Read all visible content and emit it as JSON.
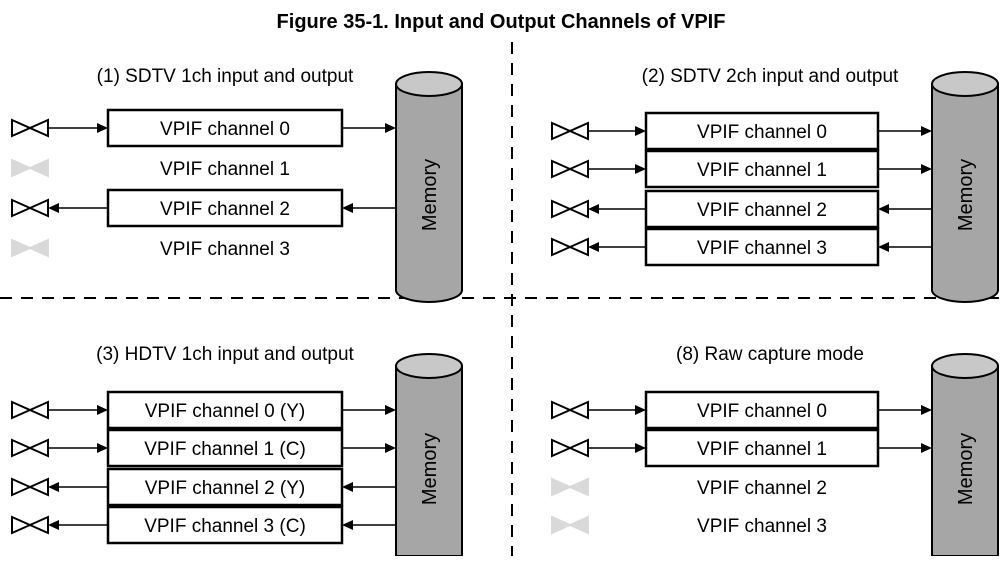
{
  "figure_title": "Figure 35-1. Input and Output Channels of VPIF",
  "memory_label": "Memory",
  "panels": [
    {
      "caption": "(1) SDTV 1ch input and output",
      "channels": [
        {
          "label": "VPIF channel 0",
          "mode": "input"
        },
        {
          "label": "VPIF channel 1",
          "mode": "inactive"
        },
        {
          "label": "VPIF channel 2",
          "mode": "output"
        },
        {
          "label": "VPIF channel 3",
          "mode": "inactive"
        }
      ]
    },
    {
      "caption": "(2) SDTV 2ch input and output",
      "channels": [
        {
          "label": "VPIF channel 0",
          "mode": "input"
        },
        {
          "label": "VPIF channel 1",
          "mode": "input"
        },
        {
          "label": "VPIF channel 2",
          "mode": "output"
        },
        {
          "label": "VPIF channel 3",
          "mode": "output"
        }
      ]
    },
    {
      "caption": "(3) HDTV 1ch input and output",
      "channels": [
        {
          "label": "VPIF channel 0 (Y)",
          "mode": "input"
        },
        {
          "label": "VPIF channel 1 (C)",
          "mode": "input"
        },
        {
          "label": "VPIF channel 2 (Y)",
          "mode": "output"
        },
        {
          "label": "VPIF channel 3 (C)",
          "mode": "output"
        }
      ]
    },
    {
      "caption": "(8) Raw capture mode",
      "channels": [
        {
          "label": "VPIF channel 0",
          "mode": "input"
        },
        {
          "label": "VPIF channel 1",
          "mode": "input"
        },
        {
          "label": "VPIF channel 2",
          "mode": "inactive"
        },
        {
          "label": "VPIF channel 3",
          "mode": "inactive"
        }
      ]
    }
  ],
  "colors": {
    "line": "#000000",
    "inactive": "#d9d9d9",
    "memory_fill": "#a6a6a6",
    "memory_top": "#c8c8c8"
  }
}
